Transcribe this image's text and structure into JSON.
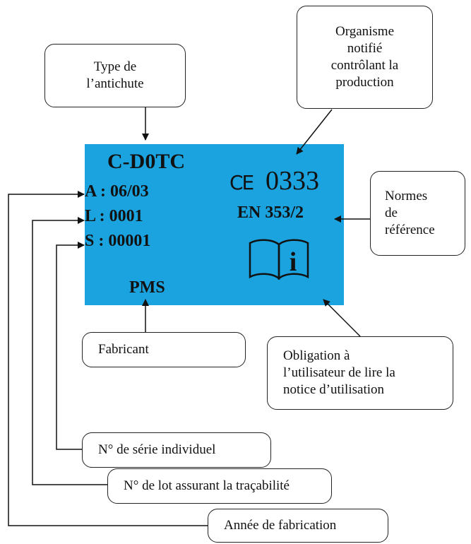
{
  "label": {
    "model": "C-D0TC",
    "year_line": "A : 06/03",
    "lot_line": "L : 0001",
    "serial_line": "S : 00001",
    "manufacturer": "PMS",
    "ce_mark": "CE",
    "notified_body": "0333",
    "standard": "EN 353/2",
    "info_icon": "manual-info-icon",
    "background": "#1aa3df"
  },
  "callouts": {
    "type": "Type de\nl’antichute",
    "organisme": "Organisme\nnotifié\ncontrôlant la\nproduction",
    "normes": "Normes\nde\nréférence",
    "obligation": "Obligation à\nl’utilisateur de lire la\nnotice d’utilisation",
    "fabricant": "Fabricant",
    "serie": "N° de série individuel",
    "lot": "N° de lot assurant la traçabilité",
    "annee": "Année de fabrication"
  }
}
